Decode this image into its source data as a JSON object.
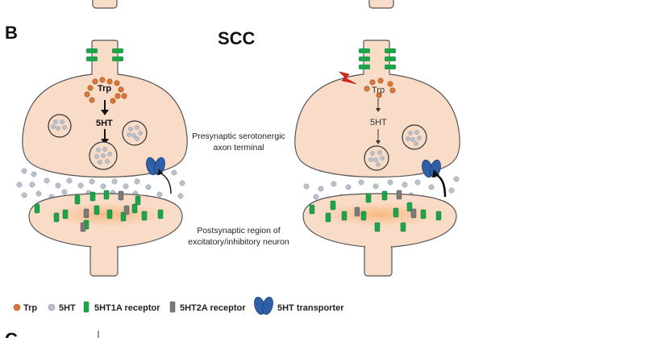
{
  "panel_letter": "B",
  "next_panel_letter": "C",
  "title": "SCC",
  "labels": {
    "presynaptic_line1": "Presynaptic serotonergic",
    "presynaptic_line2": "axon terminal",
    "postsynaptic_line1": "Postsynaptic region of",
    "postsynaptic_line2": "excitatory/inhibitory neuron"
  },
  "neuron_labels": {
    "left_trp": "Trp",
    "left_5ht": "5HT",
    "right_trp": "Trp",
    "right_5ht": "5HT"
  },
  "legend": {
    "trp": "Trp",
    "ht": "5HT",
    "ht1a": "5HT1A receptor",
    "ht2a": "5HT2A receptor",
    "transporter": "5HT transporter"
  },
  "colors": {
    "cell_fill": "#f9dcc8",
    "cell_stroke": "#555555",
    "trp": "#d9783a",
    "ht": "#b9c2cc",
    "ht1a": "#1ea34a",
    "ht2a": "#7a7a7a",
    "transporter": "#2e5fa8",
    "lightning": "#e2231a",
    "post_glow": "#f7b77a"
  }
}
